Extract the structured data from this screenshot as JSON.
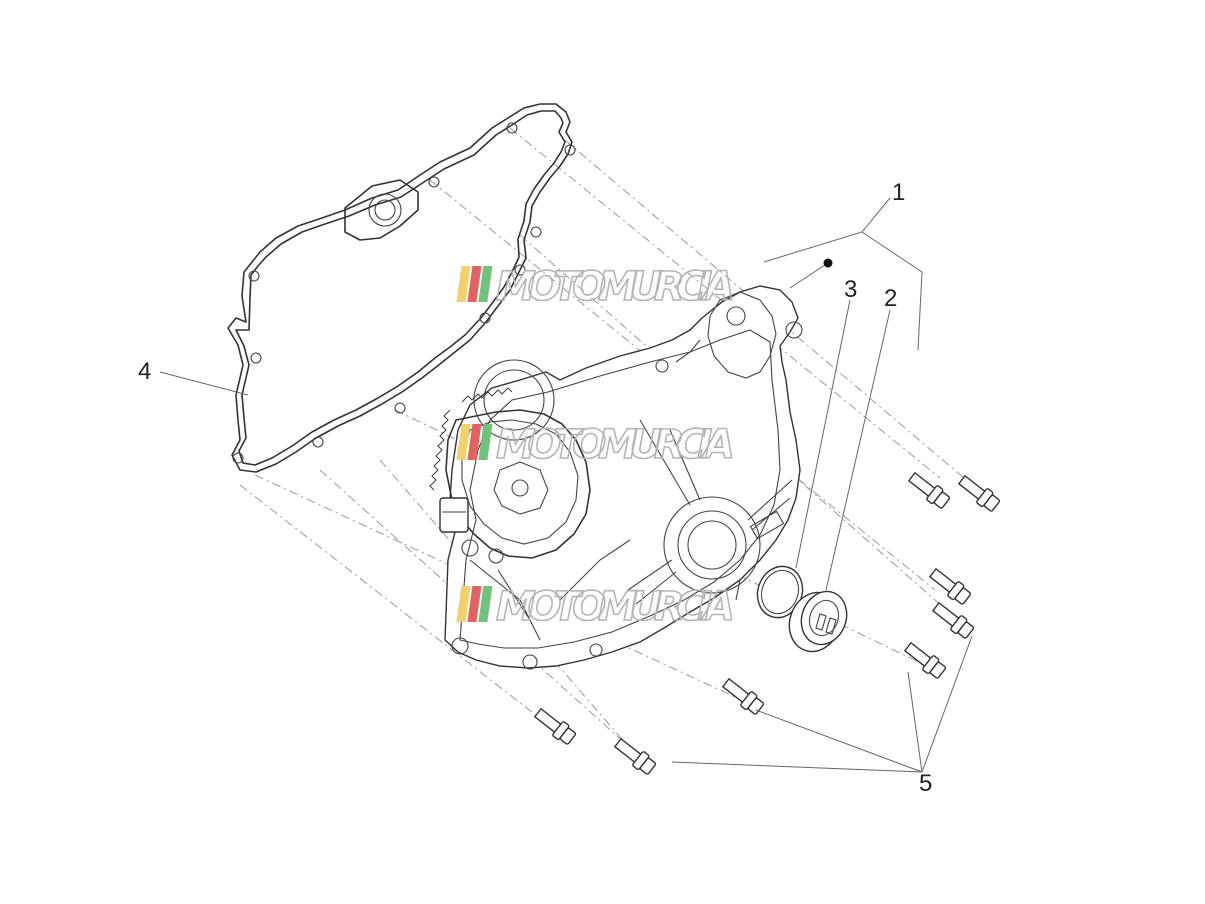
{
  "callouts": [
    {
      "id": "1",
      "label": "1"
    },
    {
      "id": "2",
      "label": "2"
    },
    {
      "id": "3",
      "label": "3"
    },
    {
      "id": "4",
      "label": "4"
    },
    {
      "id": "5",
      "label": "5"
    }
  ],
  "watermark": {
    "text": "MOTOMURCIA",
    "stripe_colors": [
      "#f2d16b",
      "#e26161",
      "#6fc27a"
    ]
  }
}
